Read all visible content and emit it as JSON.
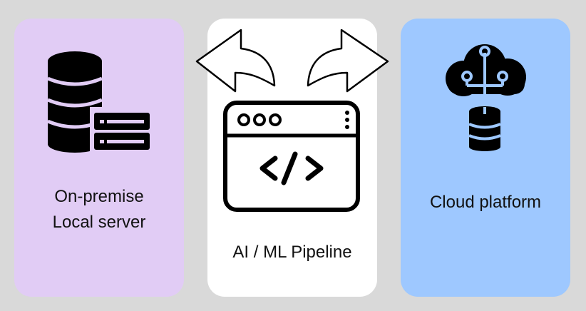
{
  "cards": {
    "left": {
      "line1": "On-premise",
      "line2": "Local server"
    },
    "middle": {
      "label": "AI / ML Pipeline"
    },
    "right": {
      "label": "Cloud platform"
    }
  },
  "colors": {
    "background": "#d9d9d9",
    "left_card": "#e1ccf5",
    "middle_card": "#ffffff",
    "right_card": "#9ec8ff",
    "icon": "#000000"
  },
  "icons": {
    "left": "database-server-icon",
    "middle": "code-window-icon",
    "right": "cloud-database-icon",
    "arrow_left": "curved-arrow-left-icon",
    "arrow_right": "curved-arrow-right-icon"
  }
}
